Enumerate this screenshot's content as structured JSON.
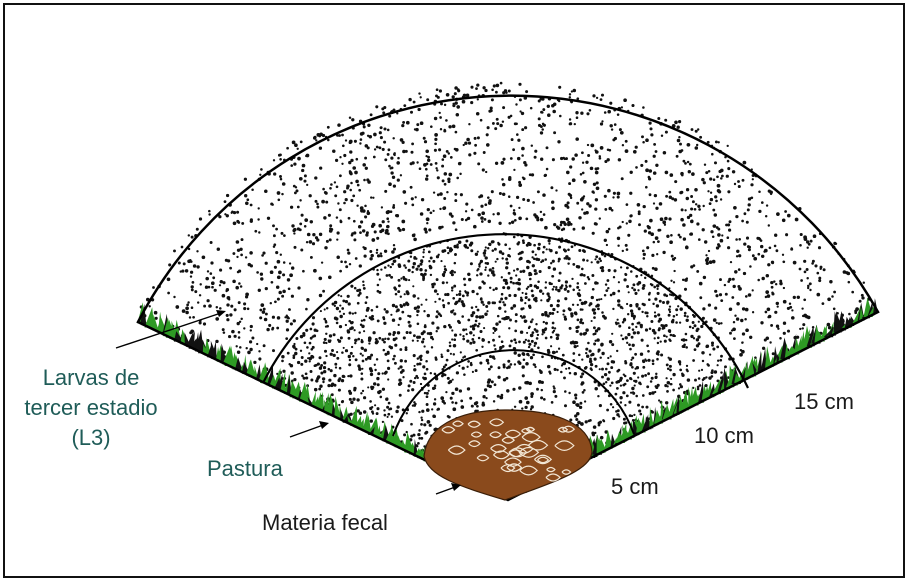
{
  "labels": {
    "larvae_line1": "Larvas de",
    "larvae_line2": "tercer estadio",
    "larvae_line3": "(L3)",
    "pasture": "Pastura",
    "fecal": "Materia fecal",
    "radius_5": "5 cm",
    "radius_10": "10 cm",
    "radius_15": "15 cm"
  },
  "colors": {
    "label_teal": "#1f5c58",
    "label_dark": "#1a1a1a",
    "grass_green": "#2e9a24",
    "grass_dark": "#111111",
    "feces_brown": "#8a4a1c",
    "dot_color": "#111111",
    "outline": "#000000"
  },
  "icons": {
    "fecal_mass": "feces-pile-icon",
    "grass_band": "grass-tuft-icon",
    "pointer": "arrow-icon"
  }
}
